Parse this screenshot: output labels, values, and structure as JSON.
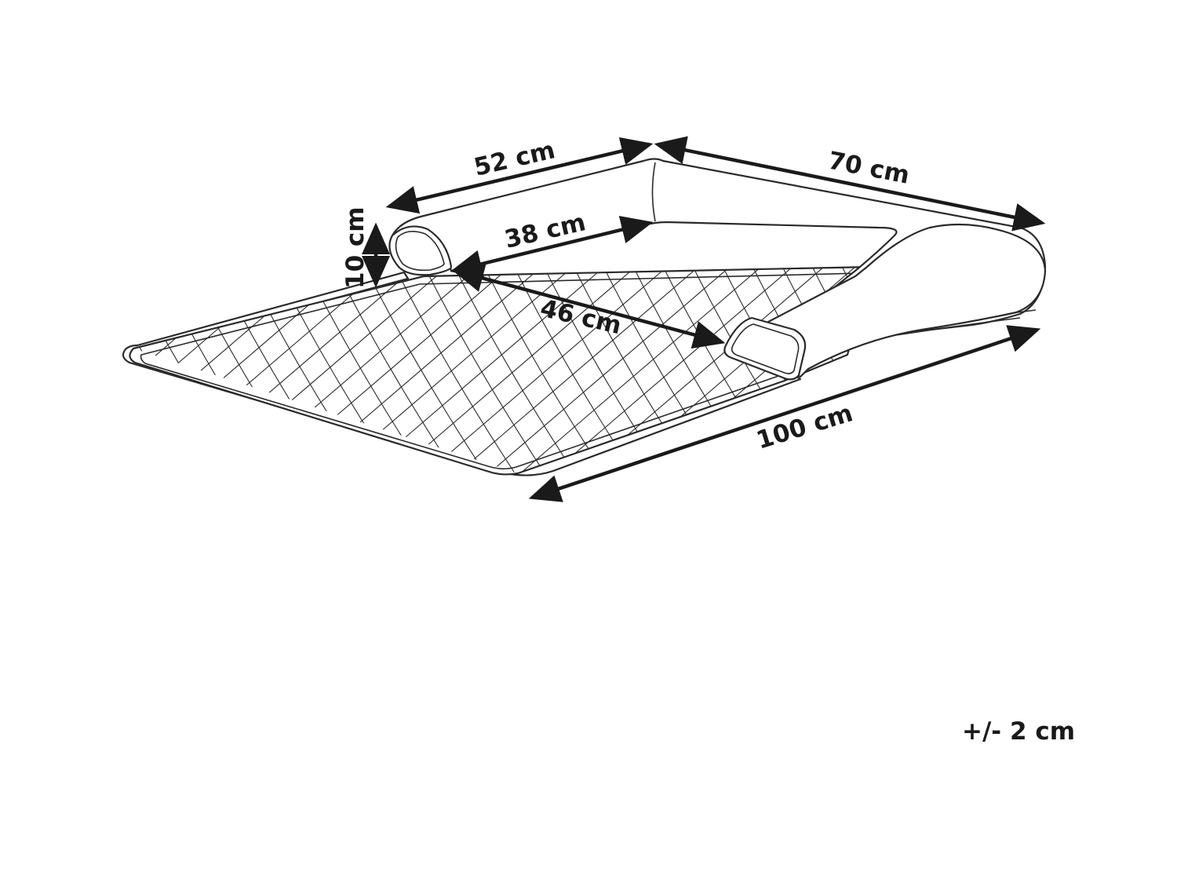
{
  "dimensions": {
    "top_left_width": "52 cm",
    "top_right_length": "70 cm",
    "bolster_height": "10 cm",
    "inner_width": "38 cm",
    "inner_length": "46 cm",
    "overall_length": "100 cm"
  },
  "tolerance": "+/- 2 cm",
  "colors": {
    "line": "#2a2a2a",
    "text": "#1a1a1a",
    "background": "#ffffff"
  }
}
